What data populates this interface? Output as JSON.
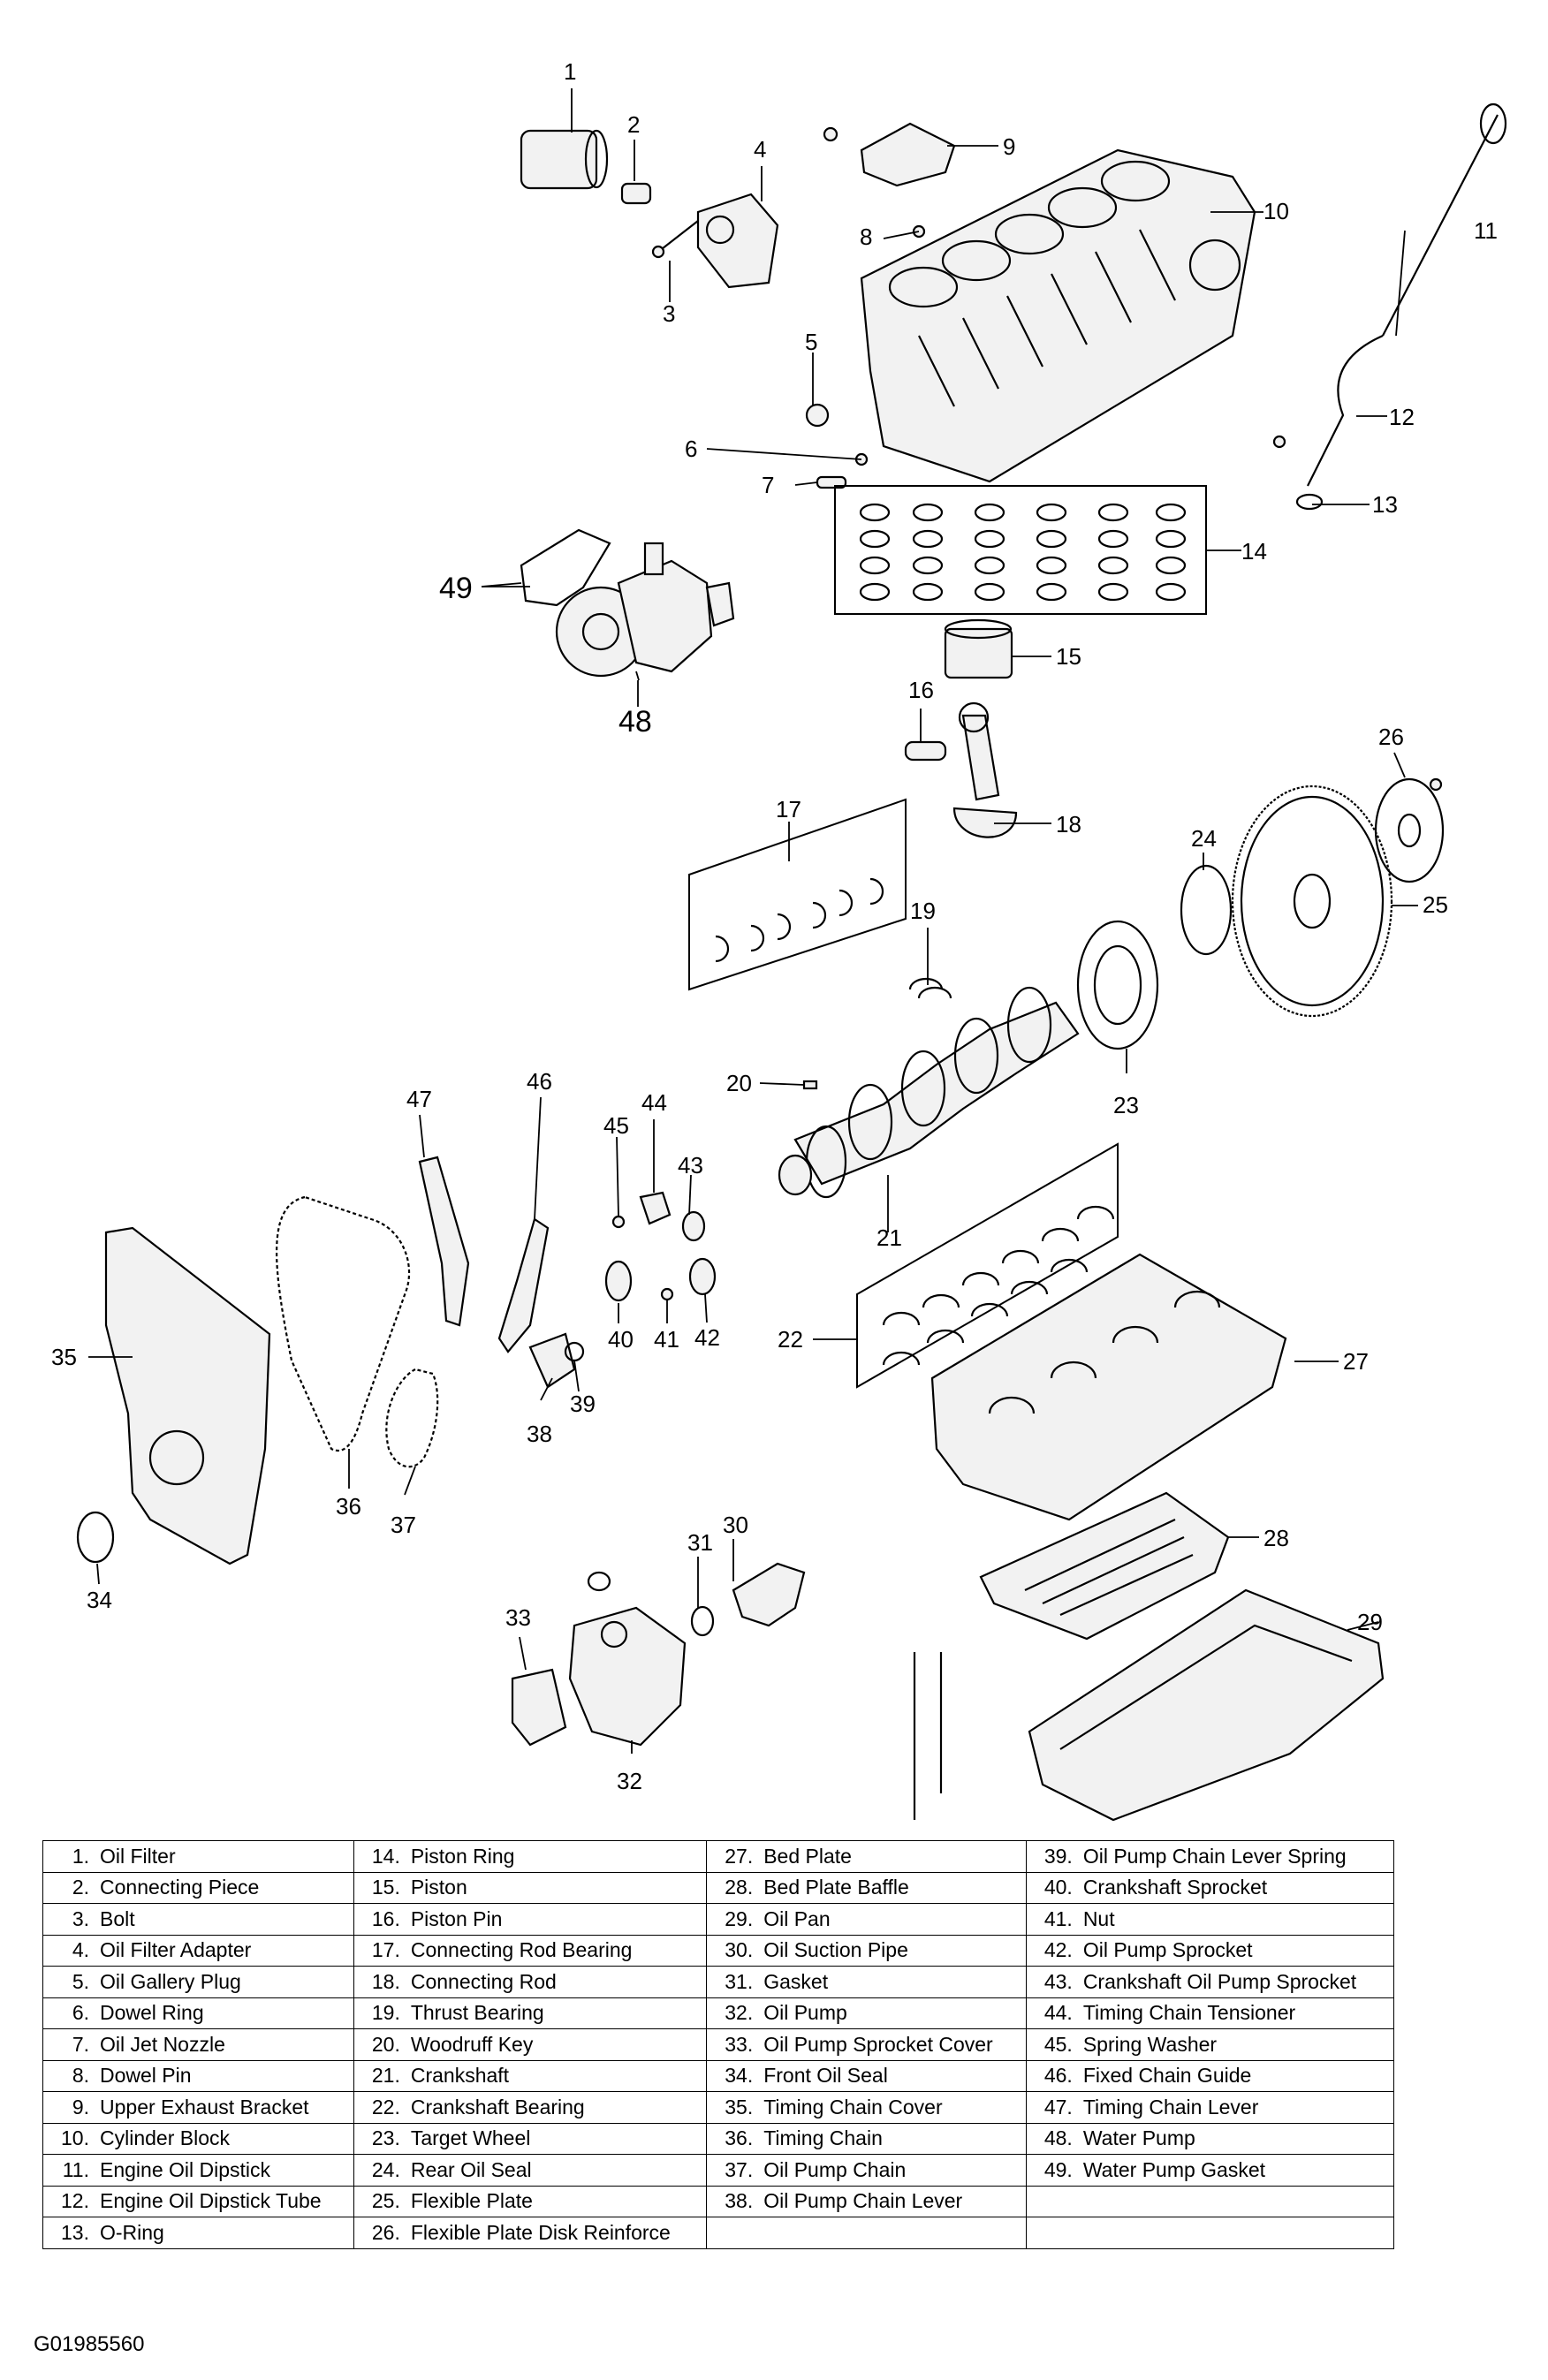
{
  "figure_id": "G01985560",
  "callouts": [
    "1",
    "2",
    "3",
    "4",
    "5",
    "6",
    "7",
    "8",
    "9",
    "10",
    "11",
    "12",
    "13",
    "14",
    "15",
    "16",
    "17",
    "18",
    "19",
    "20",
    "21",
    "22",
    "23",
    "24",
    "25",
    "26",
    "27",
    "28",
    "29",
    "30",
    "31",
    "32",
    "33",
    "34",
    "35",
    "36",
    "37",
    "38",
    "39",
    "40",
    "41",
    "42",
    "43",
    "44",
    "45",
    "46",
    "47",
    "48",
    "49"
  ],
  "legend": [
    [
      {
        "num": "1.",
        "name": "Oil Filter"
      },
      {
        "num": "14.",
        "name": "Piston Ring"
      },
      {
        "num": "27.",
        "name": "Bed Plate"
      },
      {
        "num": "39.",
        "name": "Oil Pump Chain Lever Spring"
      }
    ],
    [
      {
        "num": "2.",
        "name": "Connecting Piece"
      },
      {
        "num": "15.",
        "name": "Piston"
      },
      {
        "num": "28.",
        "name": "Bed Plate Baffle"
      },
      {
        "num": "40.",
        "name": "Crankshaft Sprocket"
      }
    ],
    [
      {
        "num": "3.",
        "name": "Bolt"
      },
      {
        "num": "16.",
        "name": "Piston Pin"
      },
      {
        "num": "29.",
        "name": "Oil Pan"
      },
      {
        "num": "41.",
        "name": "Nut"
      }
    ],
    [
      {
        "num": "4.",
        "name": "Oil Filter Adapter"
      },
      {
        "num": "17.",
        "name": "Connecting Rod Bearing"
      },
      {
        "num": "30.",
        "name": "Oil Suction Pipe"
      },
      {
        "num": "42.",
        "name": "Oil Pump Sprocket"
      }
    ],
    [
      {
        "num": "5.",
        "name": "Oil Gallery Plug"
      },
      {
        "num": "18.",
        "name": "Connecting Rod"
      },
      {
        "num": "31.",
        "name": "Gasket"
      },
      {
        "num": "43.",
        "name": "Crankshaft Oil Pump Sprocket"
      }
    ],
    [
      {
        "num": "6.",
        "name": "Dowel Ring"
      },
      {
        "num": "19.",
        "name": "Thrust Bearing"
      },
      {
        "num": "32.",
        "name": "Oil Pump"
      },
      {
        "num": "44.",
        "name": "Timing Chain Tensioner"
      }
    ],
    [
      {
        "num": "7.",
        "name": "Oil Jet Nozzle"
      },
      {
        "num": "20.",
        "name": "Woodruff Key"
      },
      {
        "num": "33.",
        "name": "Oil Pump Sprocket Cover"
      },
      {
        "num": "45.",
        "name": "Spring Washer"
      }
    ],
    [
      {
        "num": "8.",
        "name": "Dowel Pin"
      },
      {
        "num": "21.",
        "name": "Crankshaft"
      },
      {
        "num": "34.",
        "name": "Front Oil Seal"
      },
      {
        "num": "46.",
        "name": "Fixed Chain Guide"
      }
    ],
    [
      {
        "num": "9.",
        "name": "Upper Exhaust Bracket"
      },
      {
        "num": "22.",
        "name": "Crankshaft Bearing"
      },
      {
        "num": "35.",
        "name": "Timing Chain Cover"
      },
      {
        "num": "47.",
        "name": "Timing Chain Lever"
      }
    ],
    [
      {
        "num": "10.",
        "name": "Cylinder Block"
      },
      {
        "num": "23.",
        "name": "Target Wheel"
      },
      {
        "num": "36.",
        "name": "Timing Chain"
      },
      {
        "num": "48.",
        "name": "Water Pump"
      }
    ],
    [
      {
        "num": "11.",
        "name": "Engine Oil Dipstick"
      },
      {
        "num": "24.",
        "name": "Rear Oil Seal"
      },
      {
        "num": "37.",
        "name": "Oil Pump Chain"
      },
      {
        "num": "49.",
        "name": "Water Pump Gasket"
      }
    ],
    [
      {
        "num": "12.",
        "name": "Engine Oil Dipstick Tube"
      },
      {
        "num": "25.",
        "name": "Flexible Plate"
      },
      {
        "num": "38.",
        "name": "Oil Pump Chain Lever"
      },
      {
        "num": "",
        "name": ""
      }
    ],
    [
      {
        "num": "13.",
        "name": "O-Ring"
      },
      {
        "num": "26.",
        "name": "Flexible Plate Disk Reinforce"
      },
      {
        "num": "",
        "name": ""
      },
      {
        "num": "",
        "name": ""
      }
    ]
  ]
}
